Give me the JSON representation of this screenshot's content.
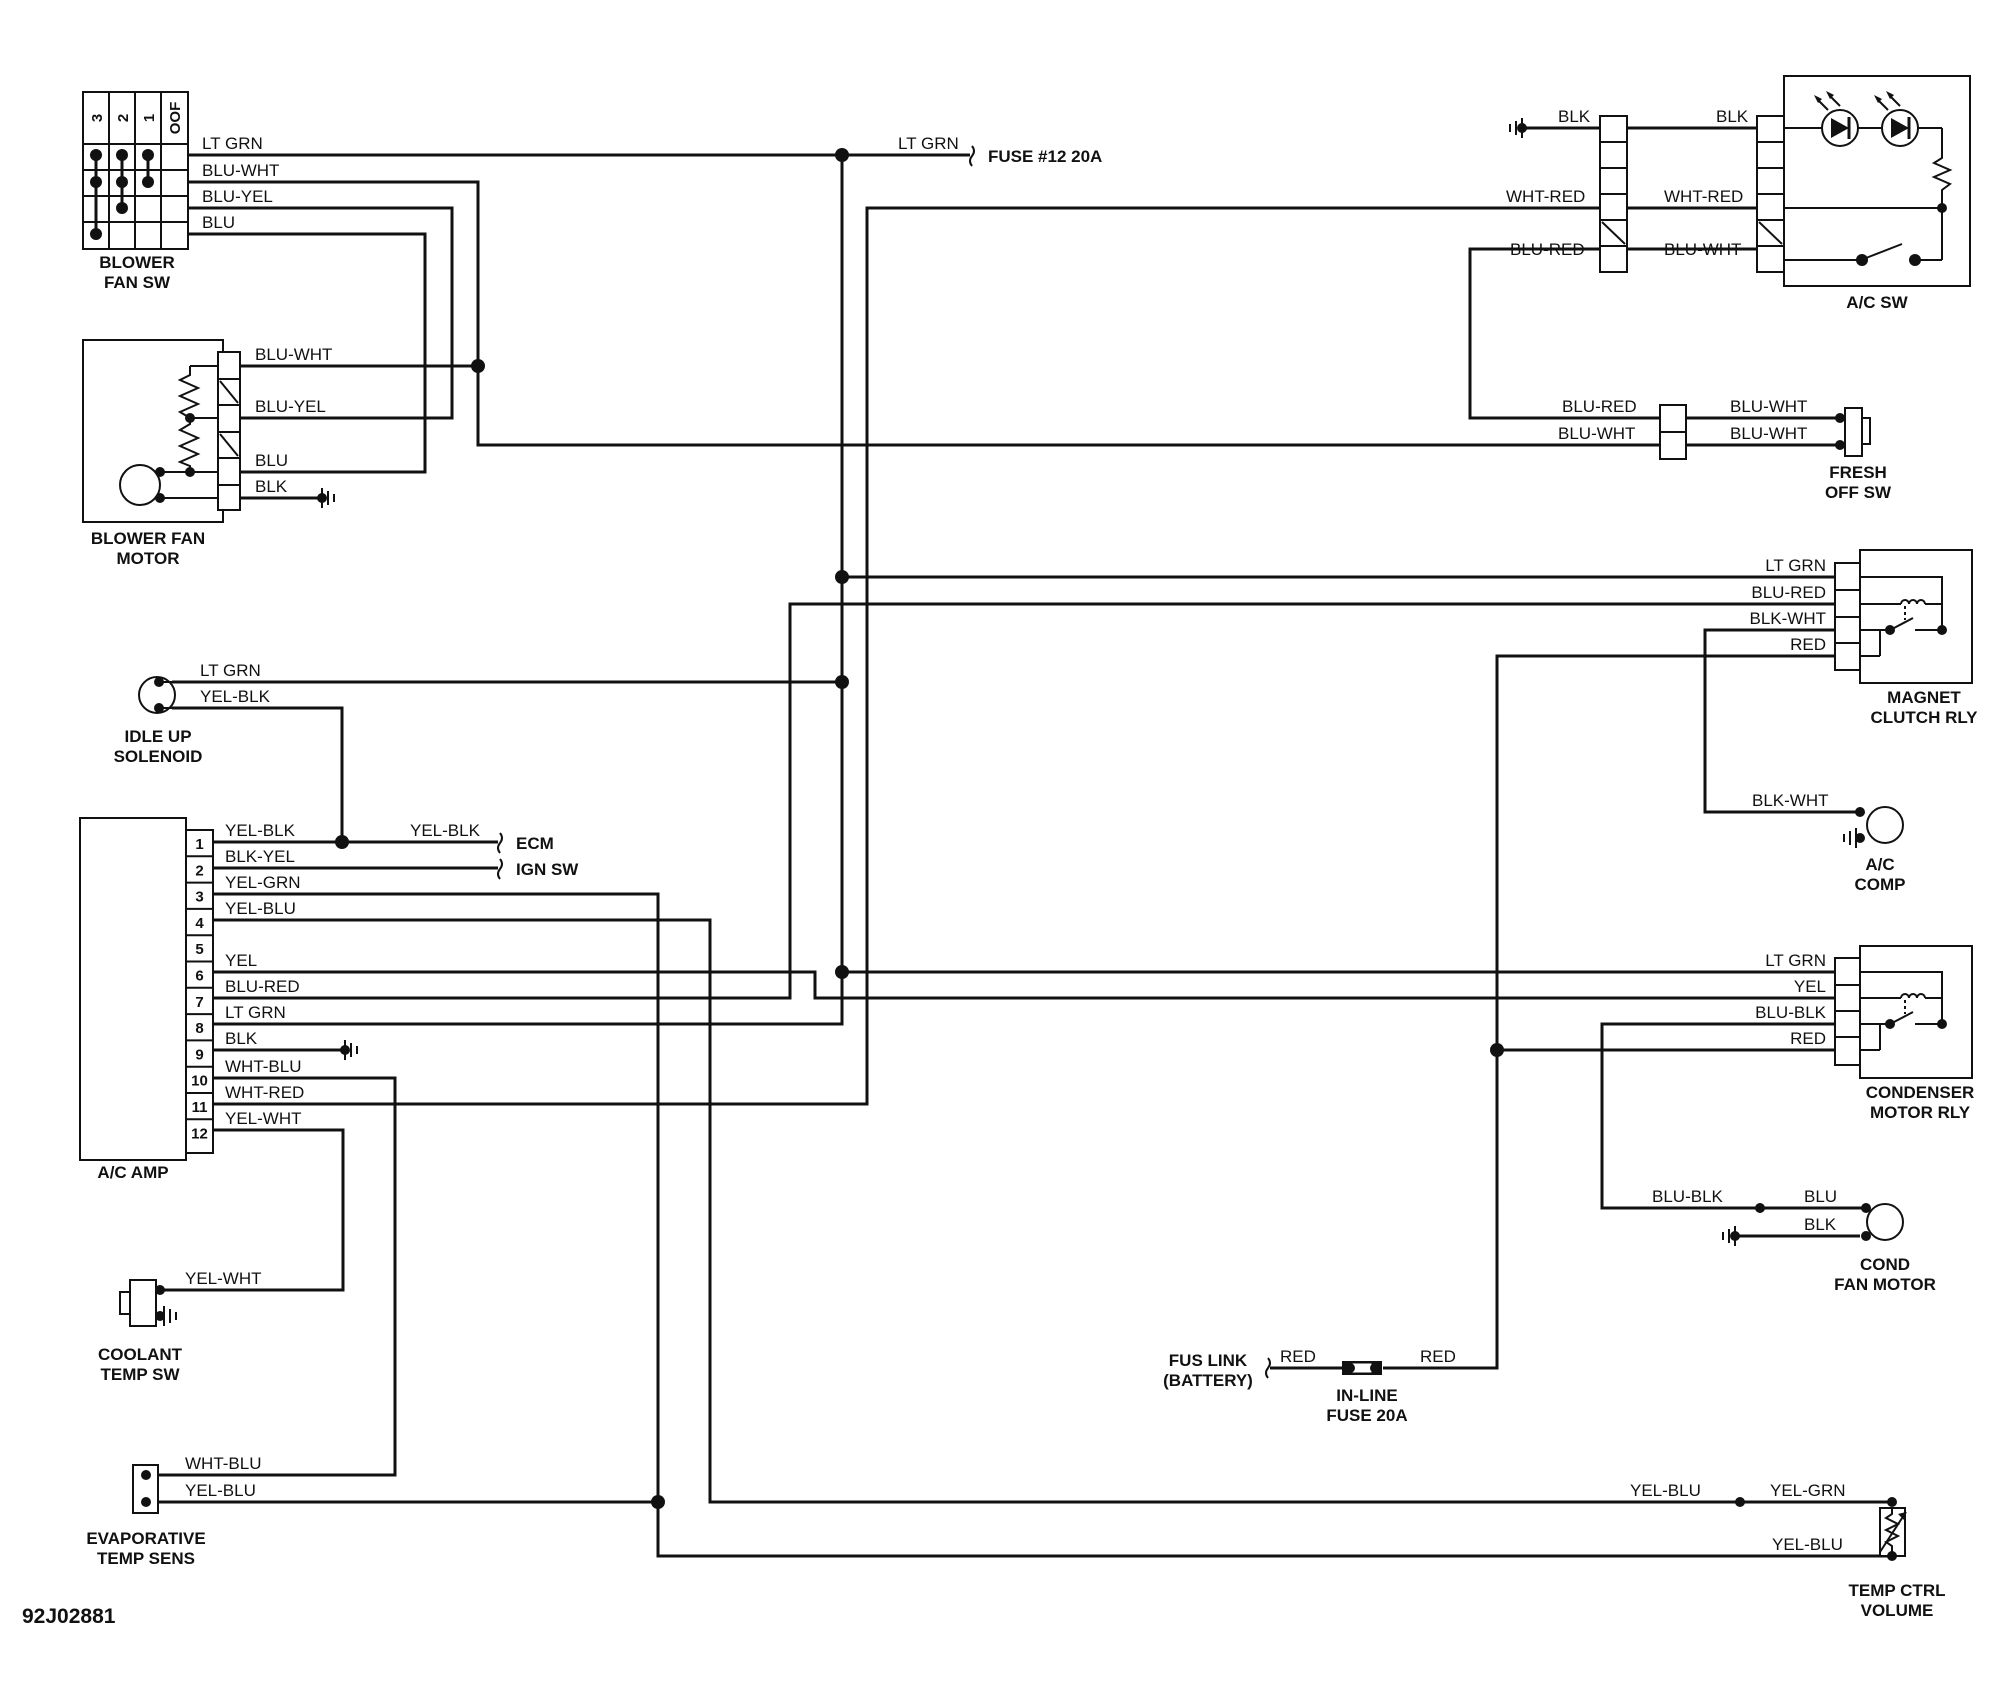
{
  "diagram_id": "92J02881",
  "components": {
    "blower_fan_sw": [
      "BLOWER",
      "FAN SW"
    ],
    "blower_fan_sw_positions": [
      "3",
      "2",
      "1",
      "OOF"
    ],
    "blower_fan_motor": [
      "BLOWER FAN",
      "MOTOR"
    ],
    "idle_up_solenoid": [
      "IDLE UP",
      "SOLENOID"
    ],
    "ac_amp": "A/C AMP",
    "ac_amp_pins": [
      "1",
      "2",
      "3",
      "4",
      "5",
      "6",
      "7",
      "8",
      "9",
      "10",
      "11",
      "12"
    ],
    "coolant_temp_sw": [
      "COOLANT",
      "TEMP SW"
    ],
    "evaporative_temp_sens": [
      "EVAPORATIVE",
      "TEMP SENS"
    ],
    "ac_sw": "A/C SW",
    "fresh_off_sw": [
      "FRESH",
      "OFF SW"
    ],
    "magnet_clutch_rly": [
      "MAGNET",
      "CLUTCH RLY"
    ],
    "ac_comp": [
      "A/C",
      "COMP"
    ],
    "condenser_motor_rly": [
      "CONDENSER",
      "MOTOR RLY"
    ],
    "cond_fan_motor": [
      "COND",
      "FAN MOTOR"
    ],
    "fus_link": [
      "FUS LINK",
      "(BATTERY)"
    ],
    "in_line_fuse": [
      "IN-LINE",
      "FUSE 20A"
    ],
    "temp_ctrl_volume": [
      "TEMP CTRL",
      "VOLUME"
    ]
  },
  "destinations": {
    "fuse12": "FUSE #12 20A",
    "ecm": "ECM",
    "ign_sw": "IGN SW"
  },
  "wire_labels": {
    "bsw_1": "LT GRN",
    "bsw_2": "BLU-WHT",
    "bsw_3": "BLU-YEL",
    "bsw_4": "BLU",
    "fuse12_wire": "LT GRN",
    "mot_1": "BLU-WHT",
    "mot_2": "BLU-YEL",
    "mot_3": "BLU",
    "mot_4": "BLK",
    "idle_1": "LT GRN",
    "idle_2": "YEL-BLK",
    "amp_1": "YEL-BLK",
    "amp_2": "BLK-YEL",
    "amp_3": "YEL-GRN",
    "amp_4": "YEL-BLU",
    "amp_6": "YEL",
    "amp_7": "BLU-RED",
    "amp_8": "LT GRN",
    "amp_9": "BLK",
    "amp_10": "WHT-BLU",
    "amp_11": "WHT-RED",
    "amp_12": "YEL-WHT",
    "ecm_wire": "YEL-BLK",
    "coolant_wire": "YEL-WHT",
    "evap_1": "WHT-BLU",
    "evap_2": "YEL-BLU",
    "acsw_gnd": "BLK",
    "acsw_blk": "BLK",
    "acsw_l1": "WHT-RED",
    "acsw_r1": "WHT-RED",
    "acsw_l2": "BLU-RED",
    "acsw_r2": "BLU-WHT",
    "fresh_l1": "BLU-RED",
    "fresh_l2": "BLU-WHT",
    "fresh_r1": "BLU-WHT",
    "fresh_r2": "BLU-WHT",
    "mc_1": "LT GRN",
    "mc_2": "BLU-RED",
    "mc_3": "BLK-WHT",
    "mc_4": "RED",
    "comp_wire": "BLK-WHT",
    "cr_1": "LT GRN",
    "cr_2": "YEL",
    "cr_3": "BLU-BLK",
    "cr_4": "RED",
    "cfm_1": "BLU-BLK",
    "cfm_2": "BLU",
    "cfm_3": "BLK",
    "fuse_l": "RED",
    "fuse_r": "RED",
    "tcv_1": "YEL-BLU",
    "tcv_2": "YEL-GRN",
    "tcv_3": "YEL-BLU"
  }
}
